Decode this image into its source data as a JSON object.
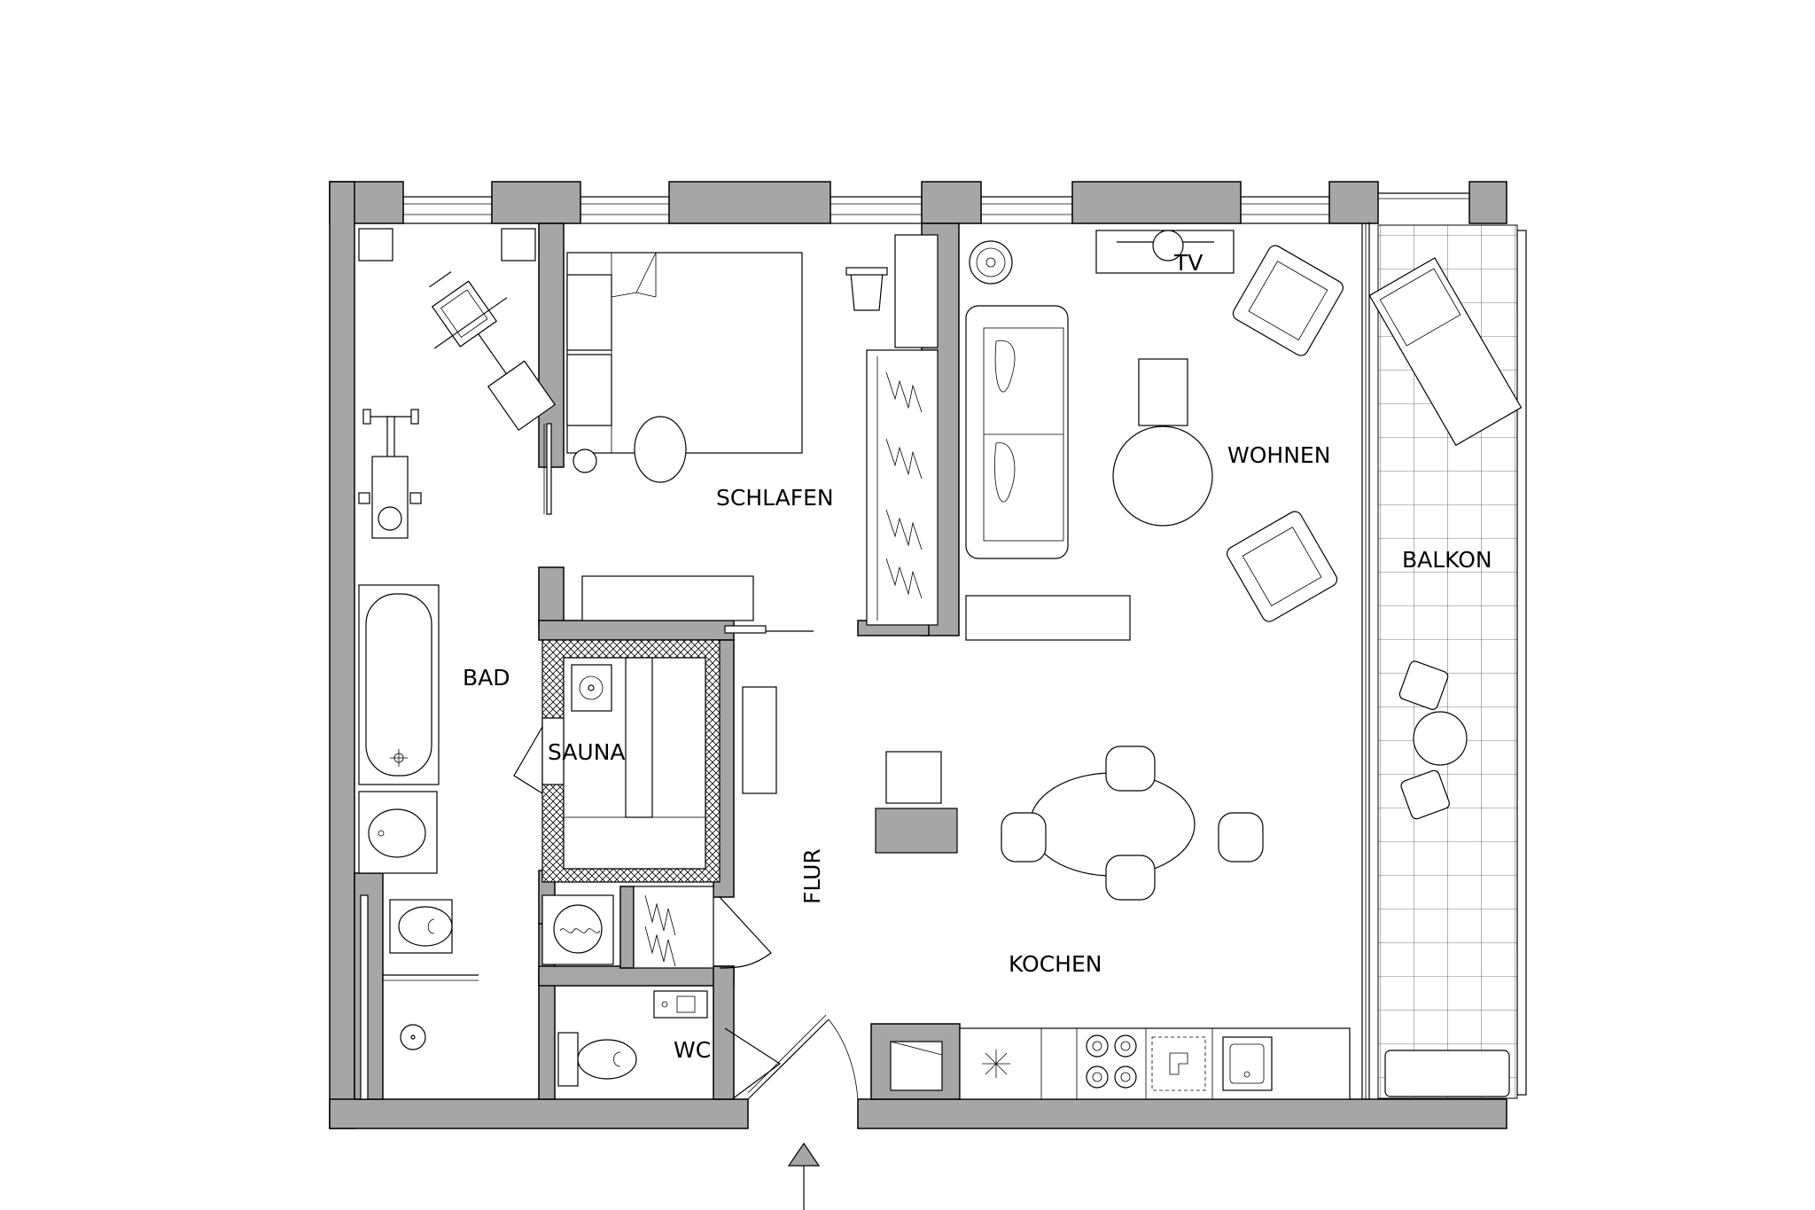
{
  "rooms": {
    "schlafen": "SCHLAFEN",
    "wohnen": "WOHNEN",
    "tv": "TV",
    "balkon": "BALKON",
    "bad": "BAD",
    "sauna": "SAUNA",
    "flur": "FLUR",
    "kochen": "KOCHEN",
    "wc": "WC"
  },
  "colors": {
    "wall": "#a6a6a6",
    "line": "#000000",
    "background": "#ffffff"
  },
  "icons": {
    "entrance": "entrance-arrow-icon"
  }
}
